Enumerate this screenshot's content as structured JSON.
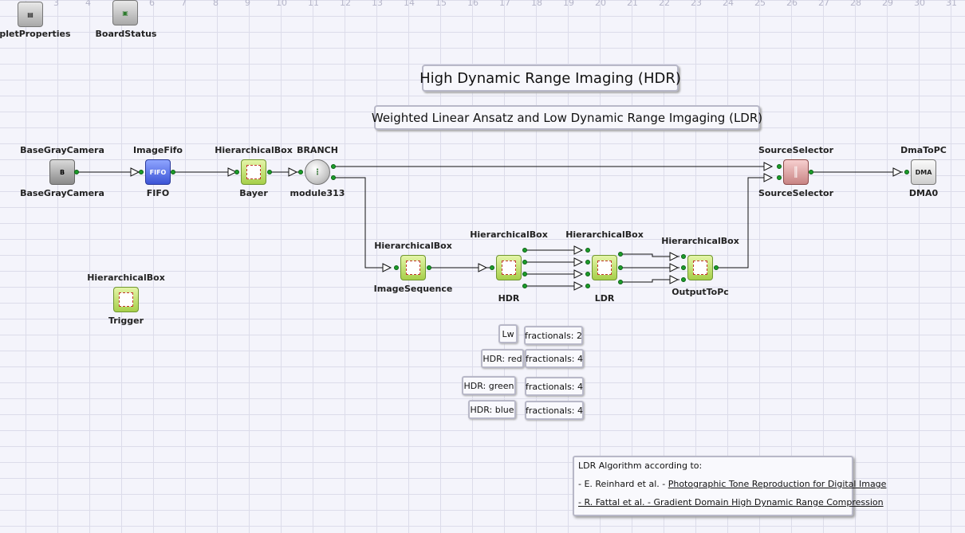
{
  "ruler": {
    "numbers": [
      "3",
      "4",
      "5",
      "6",
      "7",
      "8",
      "9",
      "10",
      "11",
      "12",
      "13",
      "14",
      "15",
      "16",
      "17",
      "18",
      "19",
      "20",
      "21",
      "22",
      "23",
      "24",
      "25",
      "26",
      "27",
      "28",
      "29",
      "30",
      "31"
    ]
  },
  "titles": {
    "hdr": "High Dynamic Range Imaging (HDR)",
    "ldr": "Weighted Linear Ansatz and Low Dynamic Range Imgaging (LDR)"
  },
  "operators": {
    "applet_properties": {
      "bottom": "ppletProperties",
      "icon": "window-settings-icon"
    },
    "board_status": {
      "bottom": "BoardStatus",
      "icon": "board-chip-icon"
    },
    "camera": {
      "top": "BaseGrayCamera",
      "bottom": "BaseGrayCamera",
      "icon": "camera-icon",
      "glyph": "B"
    },
    "fifo": {
      "top": "ImageFifo",
      "bottom": "FIFO",
      "icon": "fifo-icon",
      "glyph": "FIFO"
    },
    "bayer": {
      "top": "HierarchicalBox",
      "bottom": "Bayer",
      "icon": "hierarchical-box-icon"
    },
    "branch": {
      "top": "BRANCH",
      "bottom": "module313",
      "icon": "branch-icon"
    },
    "selector": {
      "top": "SourceSelector",
      "bottom": "SourceSelector",
      "icon": "source-selector-icon",
      "glyph": "║"
    },
    "dma": {
      "top": "DmaToPC",
      "bottom": "DMA0",
      "icon": "dma-icon",
      "glyph": "DMA"
    },
    "imgseq": {
      "top": "HierarchicalBox",
      "bottom": "ImageSequence",
      "icon": "hierarchical-box-icon"
    },
    "hdr": {
      "top": "HierarchicalBox",
      "bottom": "HDR",
      "icon": "hierarchical-box-icon"
    },
    "ldr": {
      "top": "HierarchicalBox",
      "bottom": "LDR",
      "icon": "hierarchical-box-icon"
    },
    "output": {
      "top": "HierarchicalBox",
      "bottom": "OutputToPc",
      "icon": "hierarchical-box-icon"
    },
    "trigger": {
      "top": "HierarchicalBox",
      "bottom": "Trigger",
      "icon": "hierarchical-box-icon"
    }
  },
  "params": {
    "lw_name": "Lw",
    "lw_value": "fractionals: 2",
    "red_name": "HDR: red",
    "red_value": "fractionals: 4",
    "green_name": "HDR: green",
    "green_value": "fractionals: 4",
    "blue_name": "HDR: blue",
    "blue_value": "fractionals: 4"
  },
  "note": {
    "heading": "LDR Algorithm according to:",
    "ref1_prefix": "- E. Reinhard et al. - ",
    "ref1_link": "Photographic Tone Reproduction for Digital Image",
    "ref2_link": "- R. Fattal et al. - Gradient Domain High Dynamic Range Compression"
  },
  "colors": {
    "wire": "#111111",
    "port": "#1c9d2a",
    "arrow_fill": "#ffffff",
    "box_border": "#b8b8c8"
  }
}
